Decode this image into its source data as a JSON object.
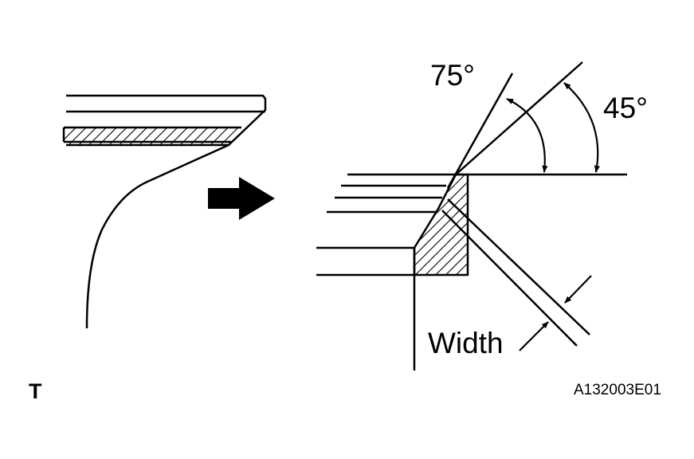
{
  "labels": {
    "angle_75": "75°",
    "angle_45": "45°",
    "width": "Width",
    "view_mark": "T",
    "figure_code": "A132003E01"
  },
  "colors": {
    "ink": "#000000",
    "background": "#ffffff"
  }
}
